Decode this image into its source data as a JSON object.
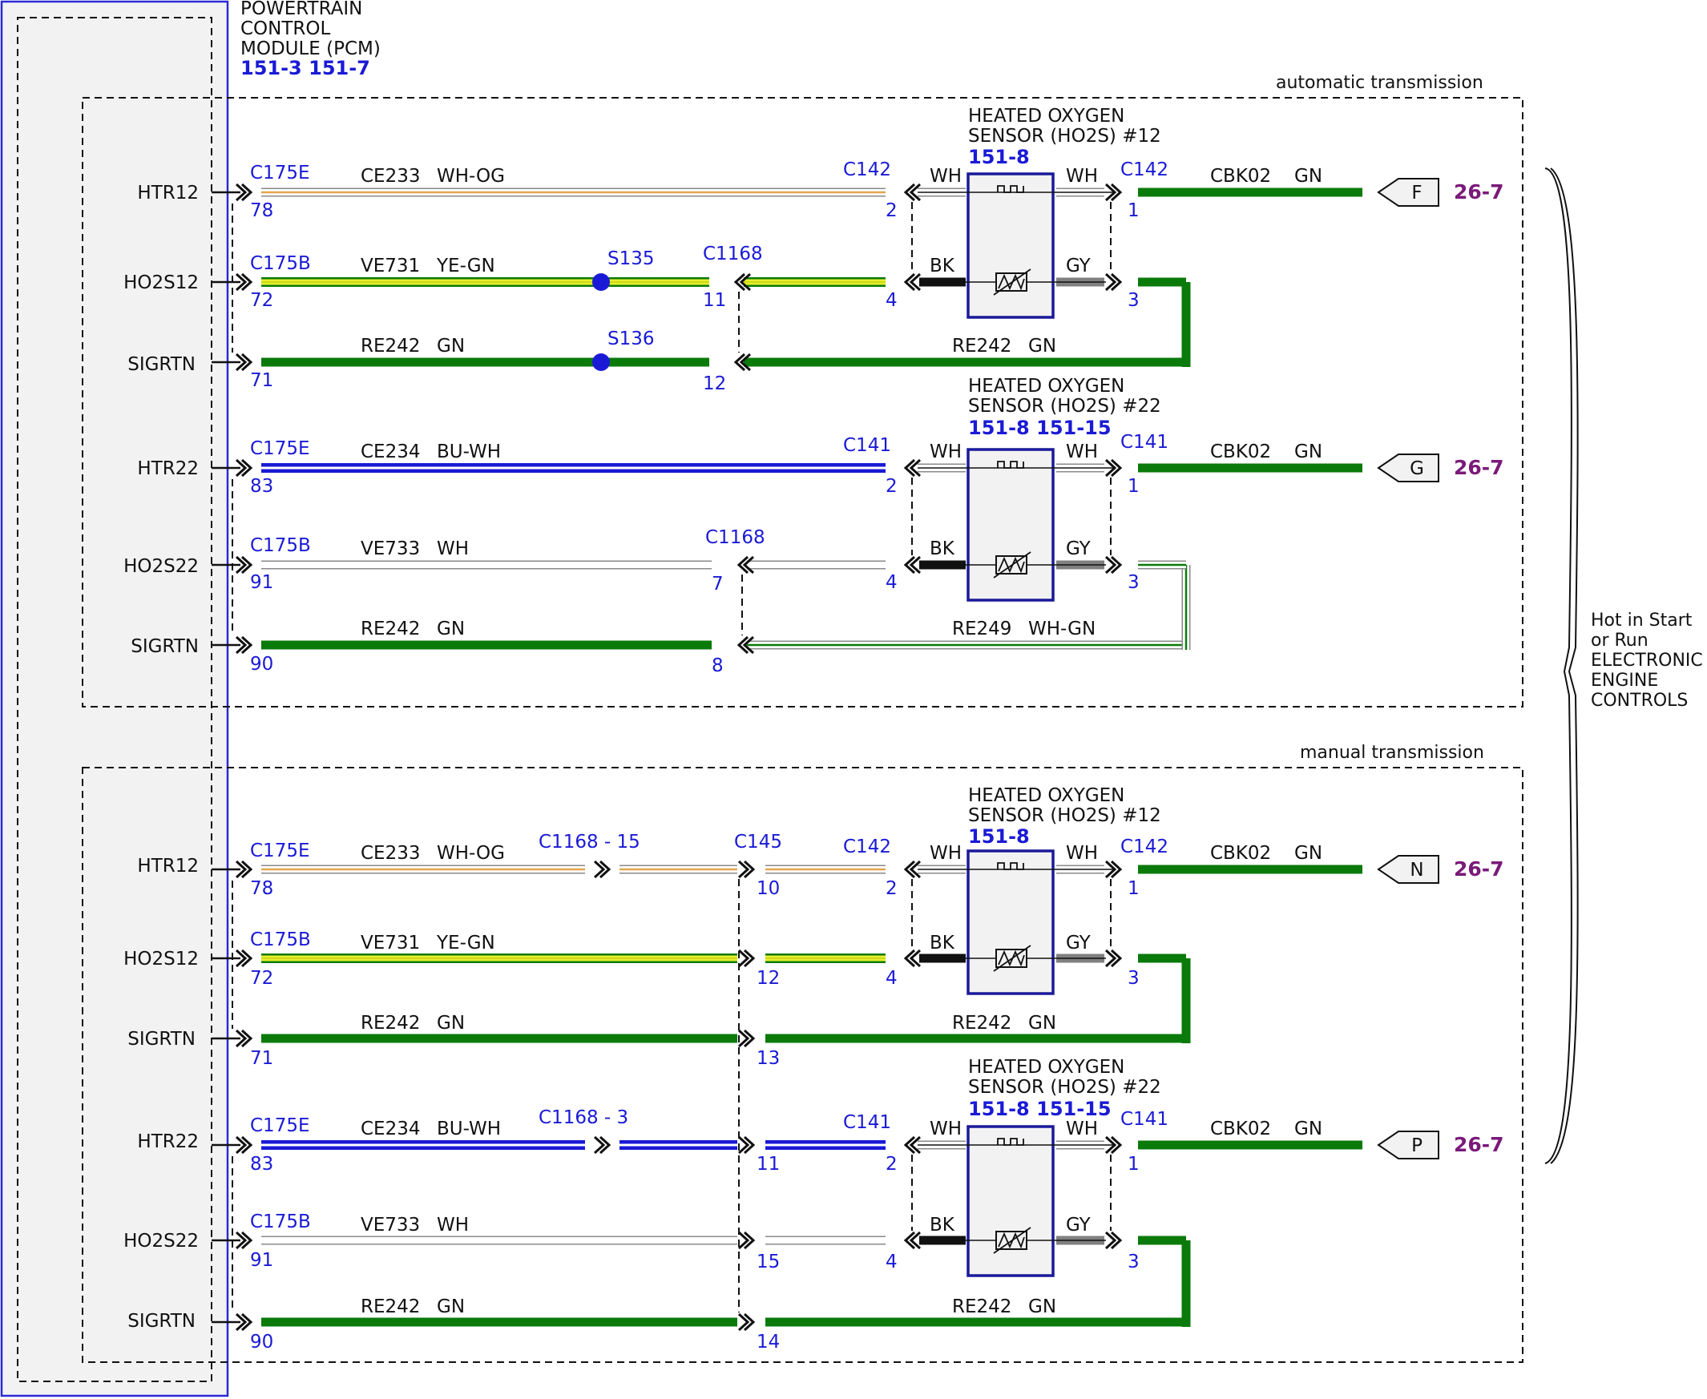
{
  "module": {
    "title_lines": [
      "POWERTRAIN",
      "CONTROL",
      "MODULE (PCM)"
    ],
    "refs": "151-3 151-7"
  },
  "sections": {
    "auto_label": "automatic transmission",
    "manual_label": "manual transmission"
  },
  "power_note": [
    "Hot in Start",
    "or Run",
    "ELECTRONIC",
    "ENGINE",
    "CONTROLS"
  ],
  "sensor_title": [
    "HEATED OXYGEN",
    "SENSOR (HO2S) #12",
    "SENSOR (HO2S) #22"
  ],
  "sensor_refs": {
    "s12": "151-8",
    "s22": "151-8 151-15"
  },
  "pins": {
    "htr12": "HTR12",
    "ho2s12": "HO2S12",
    "sigrtn": "SIGRTN",
    "htr22": "HTR22",
    "ho2s22": "HO2S22"
  },
  "connectors": {
    "c175e": "C175E",
    "c175b": "C175B",
    "c142": "C142",
    "c141": "C141",
    "c1168": "C1168",
    "c145": "C145",
    "c1168_15": "C1168 - 15",
    "c1168_3": "C1168 - 3",
    "s135": "S135",
    "s136": "S136"
  },
  "circuits": {
    "ce233": "CE233",
    "ce234": "CE234",
    "ve731": "VE731",
    "ve733": "VE733",
    "re242": "RE242",
    "re249": "RE249",
    "cbk02": "CBK02"
  },
  "wire_colors": {
    "wh_og": "WH-OG",
    "ye_gn": "YE-GN",
    "gn": "GN",
    "bu_wh": "BU-WH",
    "wh": "WH",
    "wh_gn": "WH-GN",
    "bk": "BK",
    "gy": "GY"
  },
  "pin_numbers": {
    "p78": "78",
    "p72": "72",
    "p71": "71",
    "p83": "83",
    "p91": "91",
    "p90": "90",
    "p1": "1",
    "p2": "2",
    "p3": "3",
    "p4": "4",
    "p7": "7",
    "p8": "8",
    "p10": "10",
    "p11": "11",
    "p12": "12",
    "p13": "13",
    "p14": "14",
    "p15": "15"
  },
  "power_refs": {
    "f": "F",
    "g": "G",
    "n": "N",
    "p": "P",
    "page": "26-7"
  },
  "colors": {
    "green": "#0a7a0a",
    "blue": "#1a1ad6",
    "yellow": "#e8ef2a",
    "orange": "#e3a64e",
    "purple": "#7a1a7a",
    "module_fill": "#f2f2f2",
    "sensor_border": "#1a1a9a"
  }
}
